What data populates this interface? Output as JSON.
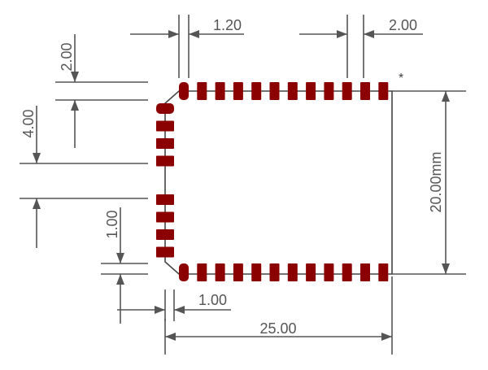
{
  "footprint": {
    "pad_color": "#8b0000",
    "line_color": "#555555",
    "top_pad_count": 12,
    "bottom_pad_count": 12,
    "left_pad_groups": [
      4,
      4
    ],
    "pin1_marker": "*"
  },
  "dimensions": {
    "pad_width": "1.20",
    "pad_pitch_top": "2.00",
    "pitch_left": "2.00",
    "left_group_gap": "4.00",
    "left_pad_size": "1.00",
    "bottom_offset": "1.00",
    "body_width": "25.00",
    "body_height": "20.00mm"
  }
}
